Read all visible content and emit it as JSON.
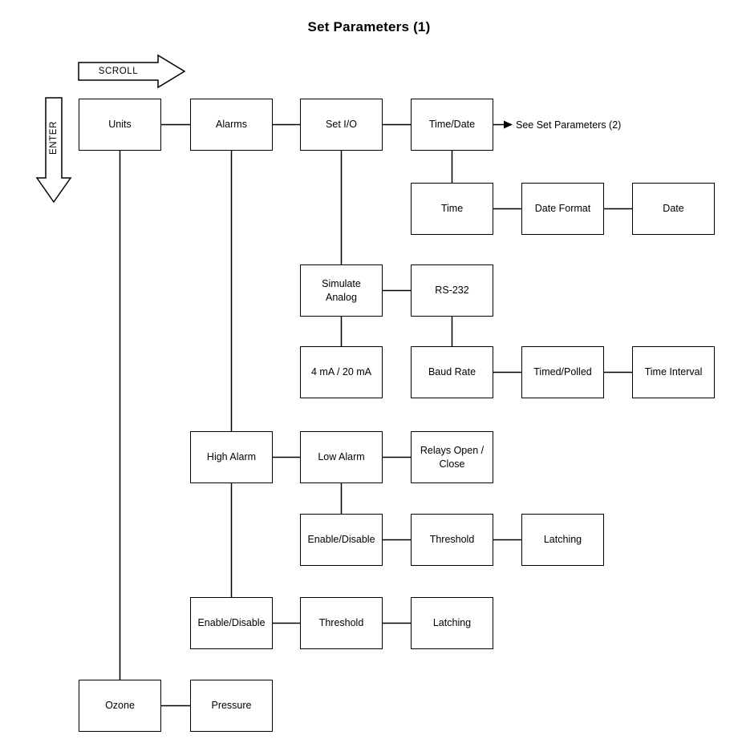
{
  "title": "Set Parameters (1)",
  "controls": {
    "scroll": "SCROLL",
    "enter": "ENTER"
  },
  "reference": {
    "see_set_parameters_2": "See Set Parameters (2)"
  },
  "nodes": {
    "units": {
      "label": "Units"
    },
    "alarms": {
      "label": "Alarms"
    },
    "set_io": {
      "label": "Set I/O"
    },
    "time_date": {
      "label": "Time/Date"
    },
    "time": {
      "label": "Time"
    },
    "date_format": {
      "label": "Date Format"
    },
    "date": {
      "label": "Date"
    },
    "simulate_analog": {
      "label": "Simulate\nAnalog"
    },
    "rs_232": {
      "label": "RS-232"
    },
    "ma_4_20": {
      "label": "4 mA / 20 mA"
    },
    "baud_rate": {
      "label": "Baud Rate"
    },
    "timed_polled": {
      "label": "Timed/Polled"
    },
    "time_interval": {
      "label": "Time Interval"
    },
    "high_alarm": {
      "label": "High Alarm"
    },
    "low_alarm": {
      "label": "Low Alarm"
    },
    "relays_open_close": {
      "label": "Relays Open /\nClose"
    },
    "low_enable_disable": {
      "label": "Enable/Disable"
    },
    "low_threshold": {
      "label": "Threshold"
    },
    "low_latching": {
      "label": "Latching"
    },
    "high_enable_disable": {
      "label": "Enable/Disable"
    },
    "high_threshold": {
      "label": "Threshold"
    },
    "high_latching": {
      "label": "Latching"
    },
    "ozone": {
      "label": "Ozone"
    },
    "pressure": {
      "label": "Pressure"
    }
  },
  "colors": {
    "line": "#000000",
    "background": "#ffffff"
  }
}
